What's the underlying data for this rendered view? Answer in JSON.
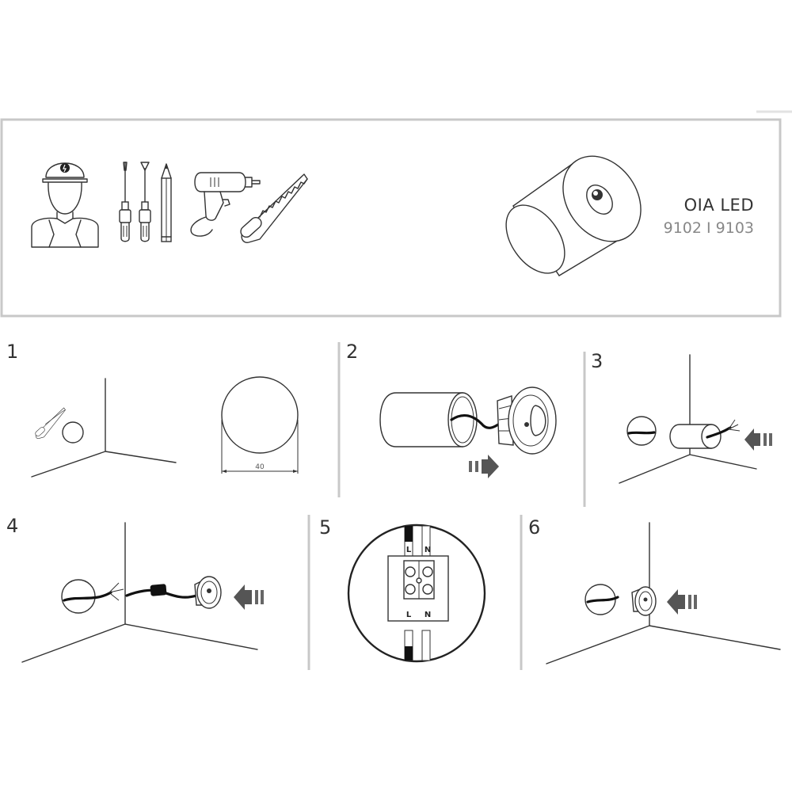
{
  "product": {
    "title": "OIA LED",
    "codes": "9102 I 9103"
  },
  "steps": {
    "s1": {
      "number": "1",
      "dimension": "40"
    },
    "s2": {
      "number": "2"
    },
    "s3": {
      "number": "3"
    },
    "s4": {
      "number": "4"
    },
    "s5": {
      "number": "5",
      "terminal_top_left": "L",
      "terminal_top_right": "N",
      "terminal_bottom_left": "L",
      "terminal_bottom_right": "N"
    },
    "s6": {
      "number": "6"
    }
  },
  "icons": [
    "electrician-icon",
    "screwdriver-flat-icon",
    "screwdriver-phillips-icon",
    "pencil-icon",
    "drill-icon",
    "saw-icon"
  ],
  "colors": {
    "line": "#333333",
    "frame": "#c8c8c8",
    "subtle_text": "#888888"
  }
}
